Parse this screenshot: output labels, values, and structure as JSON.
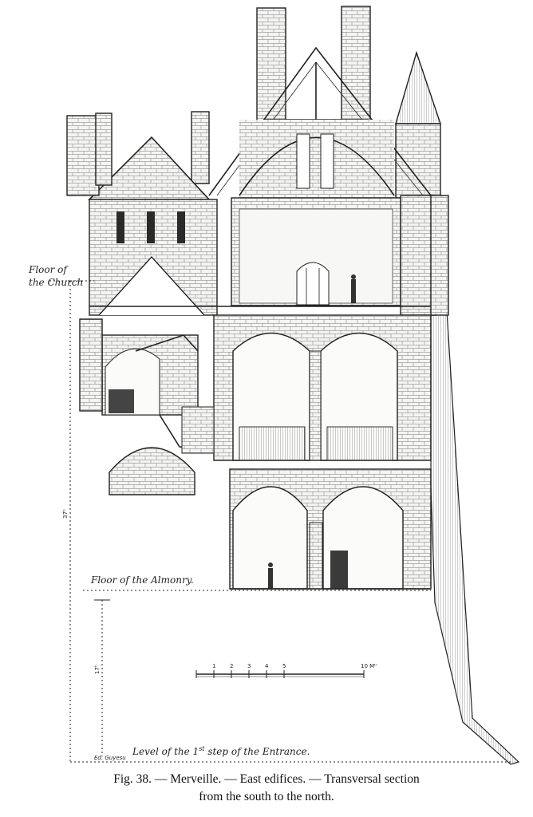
{
  "labels": {
    "floor_church_line1": "Floor of",
    "floor_church_line2": "the Church",
    "floor_almonry": "Floor of the Almonry.",
    "level_entrance_prefix": "Level of the 1",
    "level_entrance_sup": "st",
    "level_entrance_suffix": " step of the Entrance.",
    "vertical_dim_left": "37ʰ",
    "vertical_dim_inner": "17ʰ",
    "engraver": "Ed. Guyesu"
  },
  "scale_bar": {
    "ticks": [
      "1",
      "2",
      "3",
      "4",
      "5",
      "10 Mᵗʳ"
    ]
  },
  "caption": {
    "line1": "Fig. 38. — Merveille. — East edifices. — Transversal section",
    "line2": "from the south to the north."
  }
}
